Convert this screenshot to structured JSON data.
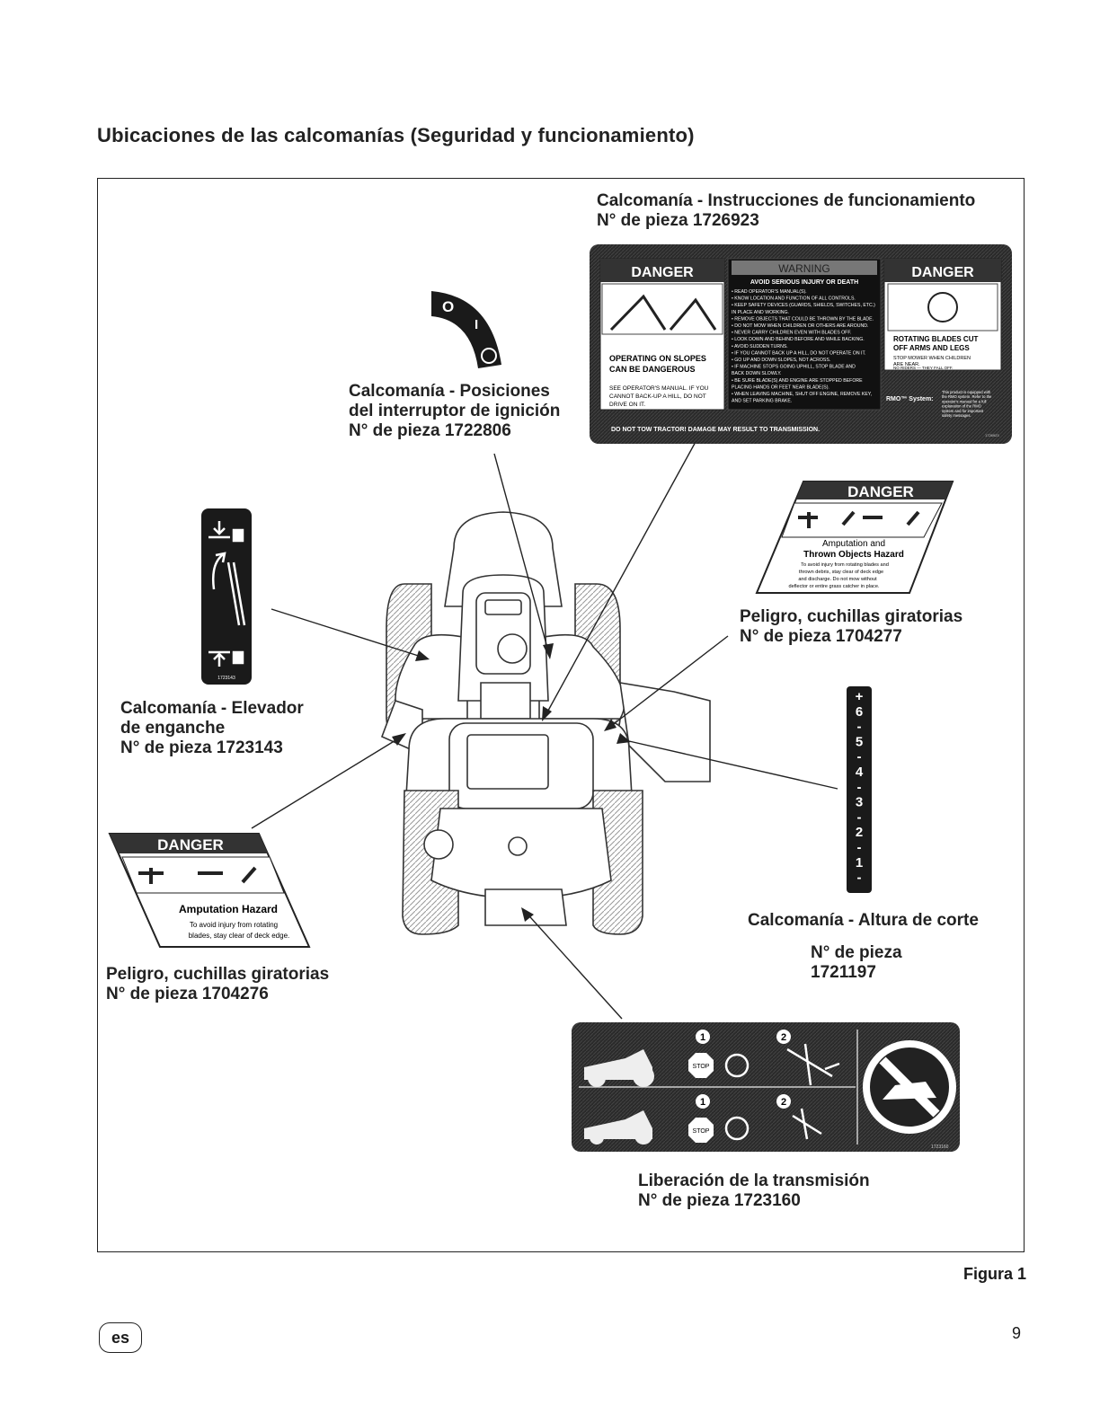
{
  "page": {
    "heading": "Ubicaciones de las calcomanías (Seguridad y funcionamiento)",
    "figure_label": "Figura 1",
    "page_number": "9",
    "language_badge": "es"
  },
  "captions": {
    "operating": {
      "line1": "Calcomanía - Instrucciones de funcionamiento",
      "line2": "N° de pieza 1726923"
    },
    "ignition": {
      "line1": "Calcomanía - Posiciones",
      "line2": "del interruptor de ignición",
      "line3": "N° de pieza 1722806"
    },
    "hitch": {
      "line1": "Calcomanía - Elevador",
      "line2": "de enganche",
      "line3": "N° de pieza 1723143"
    },
    "blades_right": {
      "line1": "Peligro, cuchillas giratorias",
      "line2": "N° de pieza 1704277"
    },
    "blades_left": {
      "line1": "Peligro, cuchillas giratorias",
      "line2": "N° de pieza 1704276"
    },
    "cut_height": {
      "line1": "Calcomanía - Altura de corte",
      "line2": "N° de pieza",
      "line3": "1721197"
    },
    "transmission": {
      "line1": "Liberación de la transmisión",
      "line2": "N° de pieza 1723160"
    }
  },
  "decal_operating": {
    "danger_left": "DANGER",
    "slopes_1": "OPERATING ON SLOPES",
    "slopes_2": "CAN BE DANGEROUS",
    "see_1": "SEE OPERATOR'S MANUAL. IF YOU",
    "see_2": "CANNOT BACK-UP A HILL, DO NOT",
    "see_3": "DRIVE ON IT.",
    "warning_title": "WARNING",
    "warning_sub": "AVOID SERIOUS INJURY OR DEATH",
    "warning_items": [
      "• READ OPERATOR'S MANUAL(S).",
      "• KNOW LOCATION AND FUNCTION OF ALL CONTROLS.",
      "• KEEP SAFETY DEVICES (GUARDS, SHIELDS, SWITCHES, ETC.)",
      "  IN PLACE AND WORKING.",
      "• REMOVE OBJECTS THAT COULD BE THROWN BY THE BLADE.",
      "• DO NOT MOW WHEN CHILDREN OR OTHERS ARE AROUND.",
      "• NEVER CARRY CHILDREN EVEN WITH BLADES OFF.",
      "• LOOK DOWN AND BEHIND BEFORE AND WHILE BACKING.",
      "• AVOID SUDDEN TURNS.",
      "• IF YOU CANNOT BACK UP A HILL, DO NOT OPERATE ON IT.",
      "• GO UP AND DOWN SLOPES, NOT ACROSS.",
      "• IF MACHINE STOPS GOING UPHILL, STOP BLADE AND",
      "  BACK DOWN SLOWLY.",
      "• BE SURE BLADE(S) AND ENGINE ARE STOPPED BEFORE",
      "  PLACING HANDS OR FEET NEAR BLADE(S).",
      "• WHEN LEAVING MACHINE, SHUT OFF ENGINE, REMOVE KEY,",
      "  AND SET PARKING BRAKE."
    ],
    "danger_right": "DANGER",
    "rot_1": "ROTATING BLADES CUT",
    "rot_2": "OFF ARMS AND LEGS",
    "rot_3": "STOP MOWER WHEN CHILDREN",
    "rot_4": "ARE NEAR.",
    "rot_5": "NO RIDERS — THEY FALL OFF.",
    "rmo_label": "RMO™ System:",
    "rmo_text": [
      "This product is equipped with",
      "the RMO system. Refer to the",
      "operator's manual for a full",
      "explanation of the RMO",
      "system and for important",
      "safety messages."
    ],
    "bottom_strip": "DO NOT TOW TRACTOR! DAMAGE MAY RESULT TO TRANSMISSION.",
    "part_small": "1726923"
  },
  "decal_blades_right": {
    "danger": "DANGER",
    "title_1": "Amputation and",
    "title_2": "Thrown Objects Hazard",
    "body": [
      "To avoid injury from rotating blades and",
      "thrown debris, stay clear of deck edge",
      "and discharge. Do not mow without",
      "deflector or entire grass catcher in place."
    ]
  },
  "decal_blades_left": {
    "danger": "DANGER",
    "title": "Amputation Hazard",
    "body_1": "To avoid injury from rotating",
    "body_2": "blades, stay clear of deck edge."
  },
  "decal_hitch": {
    "part_small": "1723143"
  },
  "decal_ignition": {
    "o_label": "O",
    "i_label": "I"
  },
  "decal_cut_height": {
    "marks": [
      "+",
      "6",
      "-",
      "5",
      "-",
      "4",
      "-",
      "3",
      "-",
      "2",
      "-",
      "1",
      "-"
    ]
  },
  "decal_transmission": {
    "step1": "1",
    "step2": "2",
    "stop": "STOP",
    "part_small": "1723160"
  }
}
